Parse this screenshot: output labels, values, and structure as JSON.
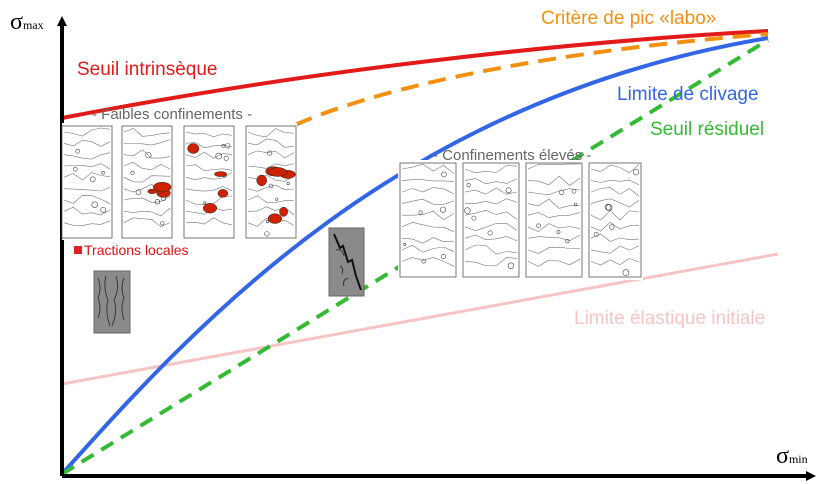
{
  "axes": {
    "y_symbol": "σ",
    "y_subscript": "max",
    "x_symbol": "σ",
    "x_subscript": "min"
  },
  "curves": [
    {
      "key": "peak",
      "label": "Critère de pic «labo»",
      "color": "#f29111",
      "style": "dashed"
    },
    {
      "key": "intrinsic",
      "label": "Seuil intrinsèque",
      "color": "#e31a1a",
      "style": "solid"
    },
    {
      "key": "cleavage",
      "label": "Limite de clivage",
      "color": "#3366e6",
      "style": "solid"
    },
    {
      "key": "residual",
      "label": "Seuil résiduel",
      "color": "#33bb33",
      "style": "dashed"
    },
    {
      "key": "elastic",
      "label": "Limite élastique initiale",
      "color": "#f7c4c4",
      "style": "solid"
    }
  ],
  "panels": {
    "low_confinement_title": "- Faibles confinements -",
    "high_confinement_title": "- Confinements élevés -",
    "local_tractions_label": "Tractions locales",
    "highlight_color": "#cc2200"
  }
}
